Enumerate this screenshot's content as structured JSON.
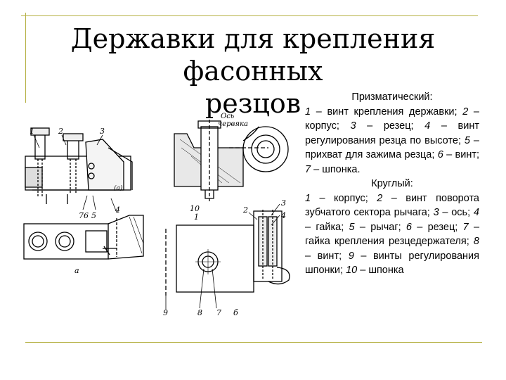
{
  "slide": {
    "title_line1": "Державки для крепления фасонных",
    "title_line2": "резцов"
  },
  "drawing": {
    "labels": {
      "axis_line1": "Ось",
      "axis_line2": "червяка",
      "n1": "1",
      "n2": "2",
      "n3": "3",
      "n4": "4",
      "n5": "5",
      "n6": "6",
      "n7": "7",
      "n8": "8",
      "n9": "9",
      "n10": "10",
      "n76": "76",
      "sub_a": "а",
      "sub_b": "б",
      "a2": "(а)"
    }
  },
  "prismatic": {
    "heading": "Призматический:",
    "items": [
      {
        "num": "1",
        "text": " – винт крепления державки; "
      },
      {
        "num": "2",
        "text": " – корпус; "
      },
      {
        "num": "3",
        "text": " – резец; "
      },
      {
        "num": "4",
        "text": " – винт регулирования резца по высоте; "
      },
      {
        "num": "5",
        "text": " – прихват для зажима резца; "
      },
      {
        "num": "6",
        "text": " – винт; "
      },
      {
        "num": "7",
        "text": " – шпонка."
      }
    ]
  },
  "round": {
    "heading": "Круглый:",
    "items": [
      {
        "num": "1",
        "text": " – корпус; "
      },
      {
        "num": "2",
        "text": " – винт поворота зубчатого сектора рычага; "
      },
      {
        "num": "3",
        "text": " – ось; "
      },
      {
        "num": "4",
        "text": " – гайка; "
      },
      {
        "num": "5",
        "text": " – рычаг; "
      },
      {
        "num": "6",
        "text": " – резец; "
      },
      {
        "num": "7",
        "text": " – гайка крепления резцедержателя; "
      },
      {
        "num": "8",
        "text": " – винт; "
      },
      {
        "num": "9",
        "text": " – винты регулирования шпонки; "
      },
      {
        "num": "10",
        "text": " – шпонка"
      }
    ]
  },
  "colors": {
    "frame_line": "#b5b043"
  }
}
